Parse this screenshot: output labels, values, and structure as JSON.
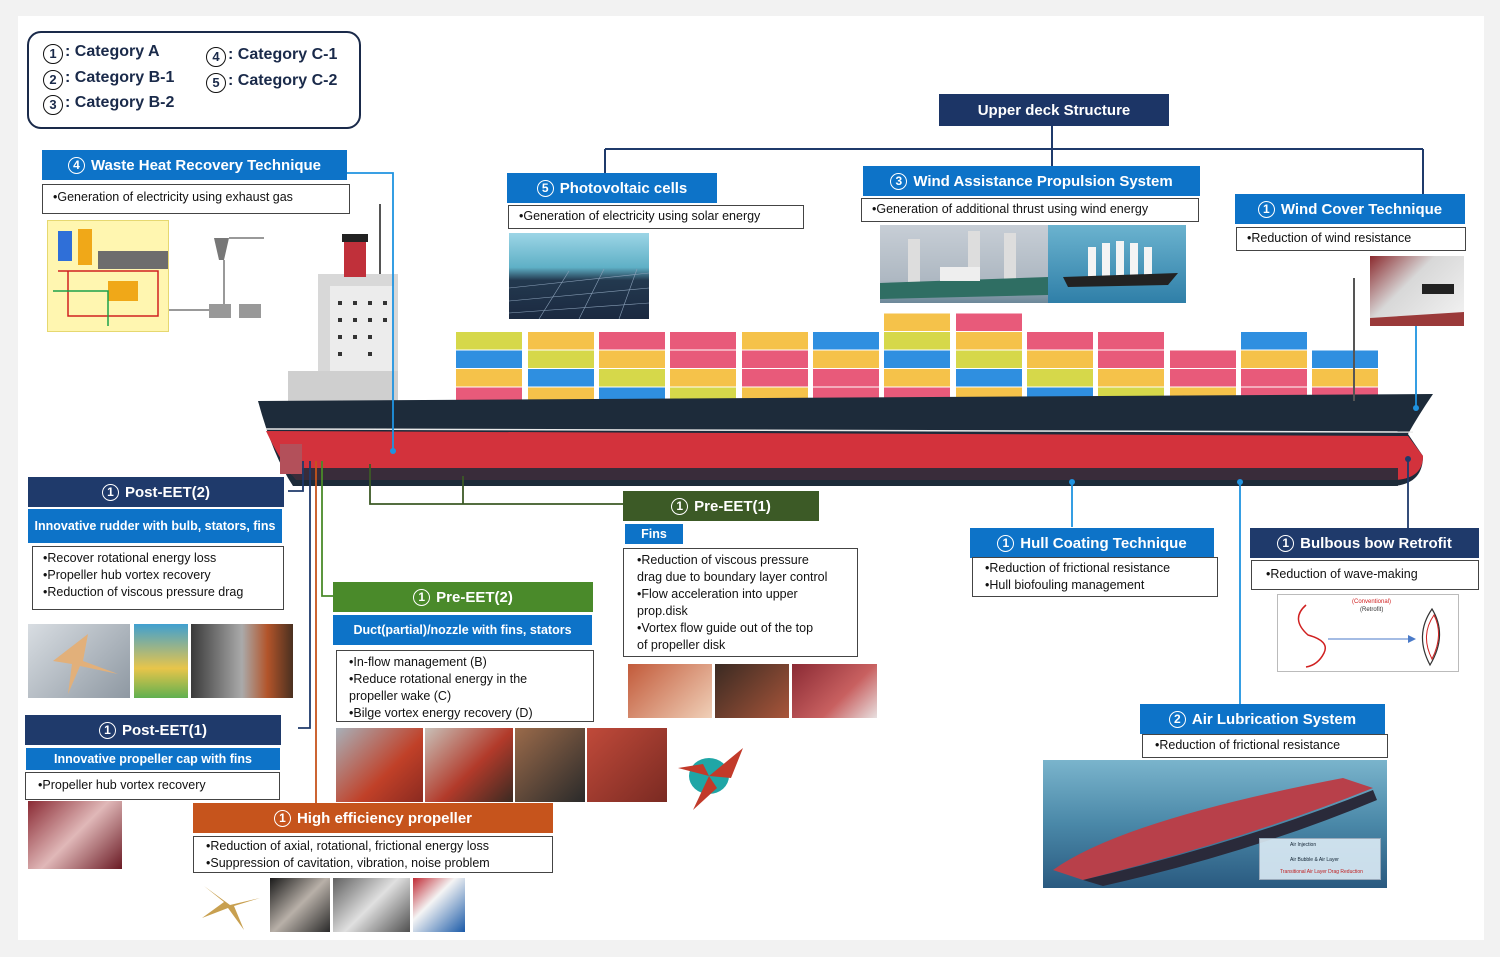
{
  "legend": [
    {
      "num": "1",
      "label": ": Category A"
    },
    {
      "num": "2",
      "label": ": Category B-1"
    },
    {
      "num": "3",
      "label": ": Category B-2"
    },
    {
      "num": "4",
      "label": ": Category C-1"
    },
    {
      "num": "5",
      "label": ": Category C-2"
    }
  ],
  "upper_deck": {
    "title": "Upper deck Structure"
  },
  "waste_heat": {
    "num": "4",
    "title": "Waste Heat Recovery  Technique",
    "desc": "•Generation of electricity using exhaust gas"
  },
  "photovoltaic": {
    "num": "5",
    "title": "Photovoltaic  cells",
    "desc": "•Generation of electricity using solar energy"
  },
  "wind_assist": {
    "num": "3",
    "title": "Wind  Assistance  Propulsion  System",
    "desc": "•Generation of additional thrust using wind energy"
  },
  "wind_cover": {
    "num": "1",
    "title": "Wind  Cover  Technique",
    "desc": "•Reduction of wind resistance"
  },
  "post_eet2": {
    "num": "1",
    "title": "Post-EET(2)",
    "sub": "Innovative rudder with bulb, stators, fins",
    "desc": [
      "•Recover rotational energy loss",
      "•Propeller hub vortex recovery",
      "•Reduction of viscous pressure drag"
    ]
  },
  "pre_eet1": {
    "num": "1",
    "title": "Pre-EET(1)",
    "sub": "Fins",
    "desc": [
      "•Reduction of viscous pressure",
      "drag due to boundary layer control",
      "•Flow acceleration into upper",
      "prop.disk",
      "•Vortex flow guide out of the top",
      "of propeller disk"
    ]
  },
  "hull_coating": {
    "num": "1",
    "title": "Hull  Coating  Technique",
    "desc": [
      "•Reduction of frictional resistance",
      "•Hull biofouling management"
    ]
  },
  "bulbous": {
    "num": "1",
    "title": "Bulbous  bow  Retrofit",
    "desc": "•Reduction of wave-making",
    "diagram_labels": [
      "(Conventional)",
      "(Retrofit)"
    ]
  },
  "pre_eet2": {
    "num": "1",
    "title": "Pre-EET(2)",
    "sub": "Duct(partial)/nozzle with fins, stators",
    "desc": [
      "•In-flow management (B)",
      "•Reduce rotational energy in the",
      "propeller wake (C)",
      "•Bilge vortex energy recovery (D)"
    ]
  },
  "post_eet1": {
    "num": "1",
    "title": "Post-EET(1)",
    "sub": "Innovative propeller cap with fins",
    "desc": "•Propeller hub vortex recovery"
  },
  "high_eff": {
    "num": "1",
    "title": "High efficiency  propeller",
    "desc": [
      "•Reduction of axial, rotational, frictional energy loss",
      "•Suppression of cavitation, vibration, noise problem"
    ]
  },
  "air_lub": {
    "num": "2",
    "title": "Air  Lubrication  System",
    "desc": "•Reduction of frictional resistance",
    "inset": [
      "Air Injection",
      "Air Bubble & Air Layer",
      "Transitional Air Layer Drag Reduction"
    ]
  },
  "colors": {
    "blue": "#0d73c8",
    "navy": "#1f3a6b",
    "green": "#4a8a2a",
    "dark_green": "#3c5a26",
    "orange": "#c6541c",
    "hull_red": "#d3323c",
    "hull_dark": "#1d2b3a"
  }
}
